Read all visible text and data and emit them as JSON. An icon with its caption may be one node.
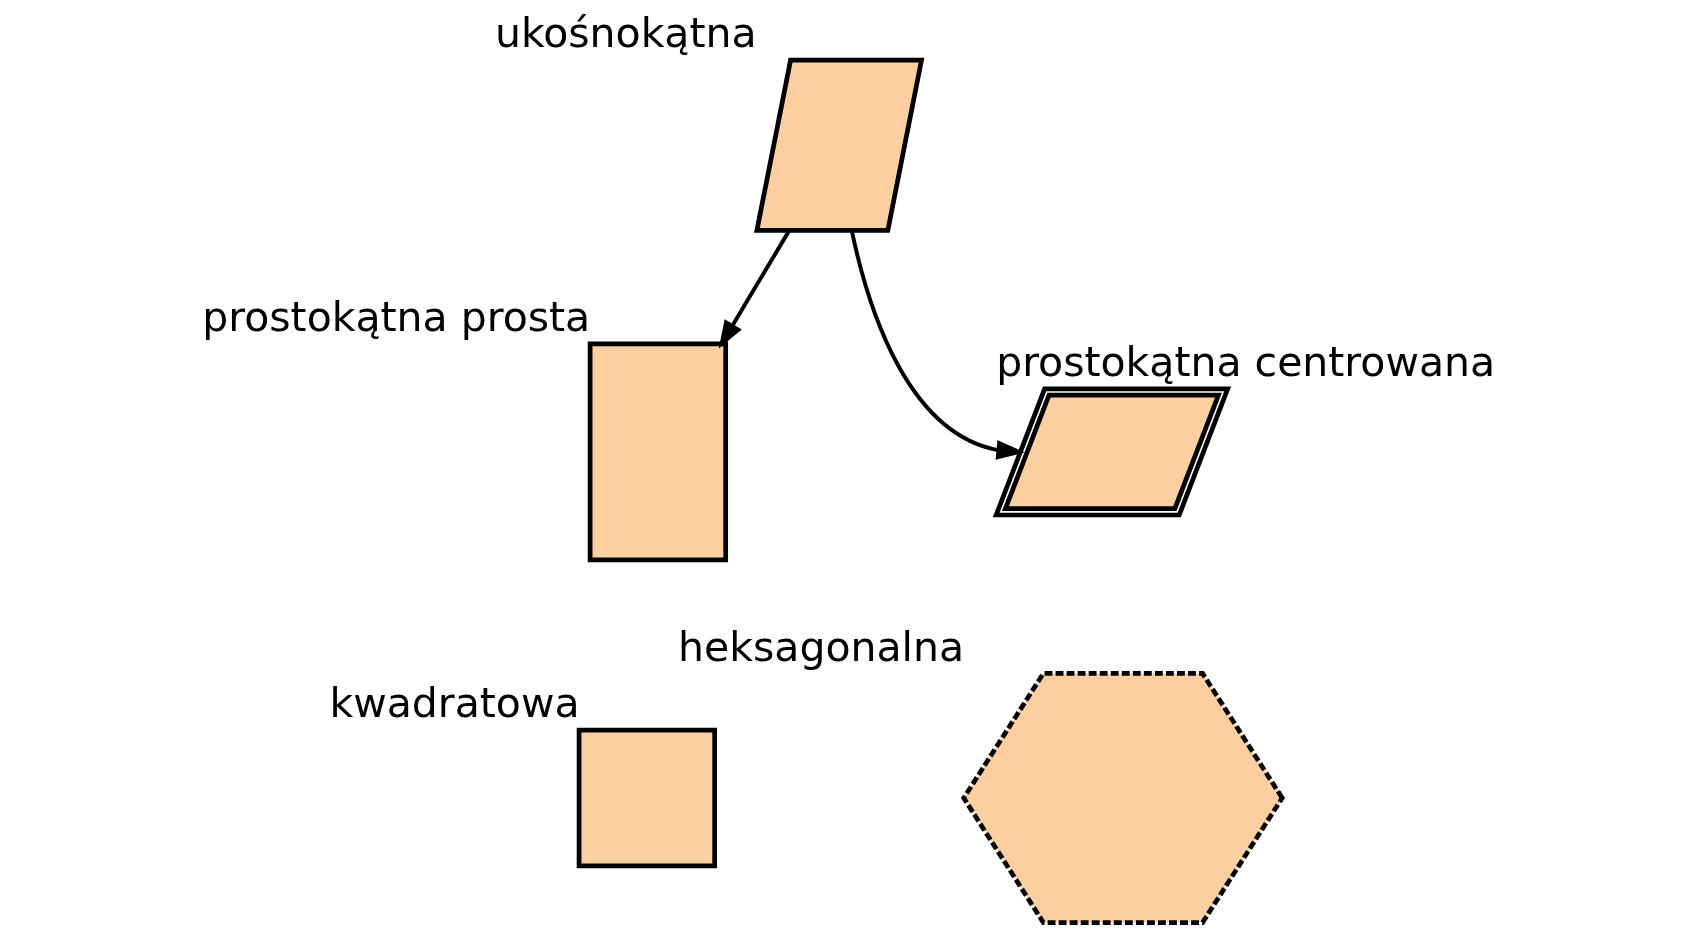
{
  "diagram": {
    "nodes": [
      {
        "text": [],
        "shape": "parallelogram",
        "beside": [
          "ukośnokątna"
        ]
      },
      {
        "text": [],
        "shape": "rectangle",
        "beside": [
          "prostokątna prosta"
        ]
      },
      {
        "text": [],
        "shape": "picture",
        "beside": [
          "prostokątna centrowana"
        ]
      },
      {
        "text": [],
        "shape": "square",
        "beside": [
          "kwadratowa"
        ]
      },
      {
        "text": [],
        "shape": "hexagon",
        "beside": [
          "heksagonalna"
        ]
      }
    ],
    "edges": [
      {
        "from": 0,
        "to": 1,
        "arrow": "to"
      },
      {
        "from": 0,
        "to": 2,
        "arrow": "to"
      }
    ]
  }
}
